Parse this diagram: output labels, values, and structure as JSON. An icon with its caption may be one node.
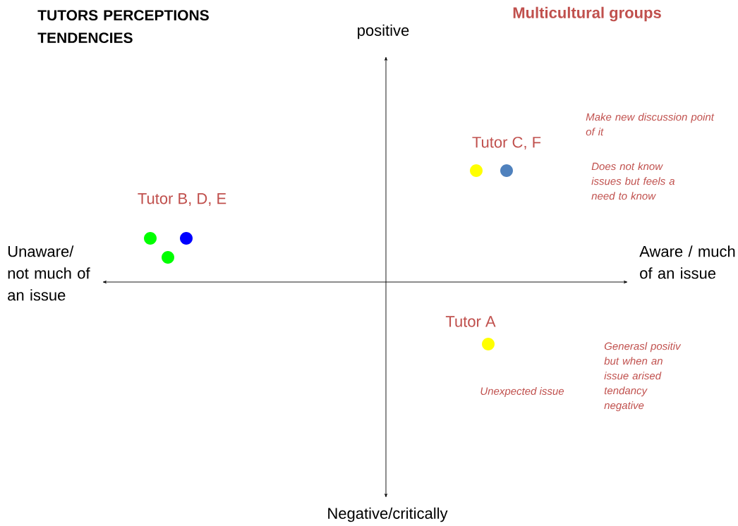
{
  "diagram": {
    "title": "TUTORS PERCEPTIONS TENDENCIES",
    "labels": [
      "positive",
      "Multicultural groups",
      "Make new discussion point of it",
      "Tutor C, F",
      "Does not know issues but feels a need to know",
      "Tutor B, D, E",
      "Unaware/ not much of an issue",
      "Aware / much of an issue",
      "Tutor A",
      "Generasl positiv but when an issue arised tendancy negative",
      "Unexpected issue",
      "Negative/critically"
    ]
  }
}
